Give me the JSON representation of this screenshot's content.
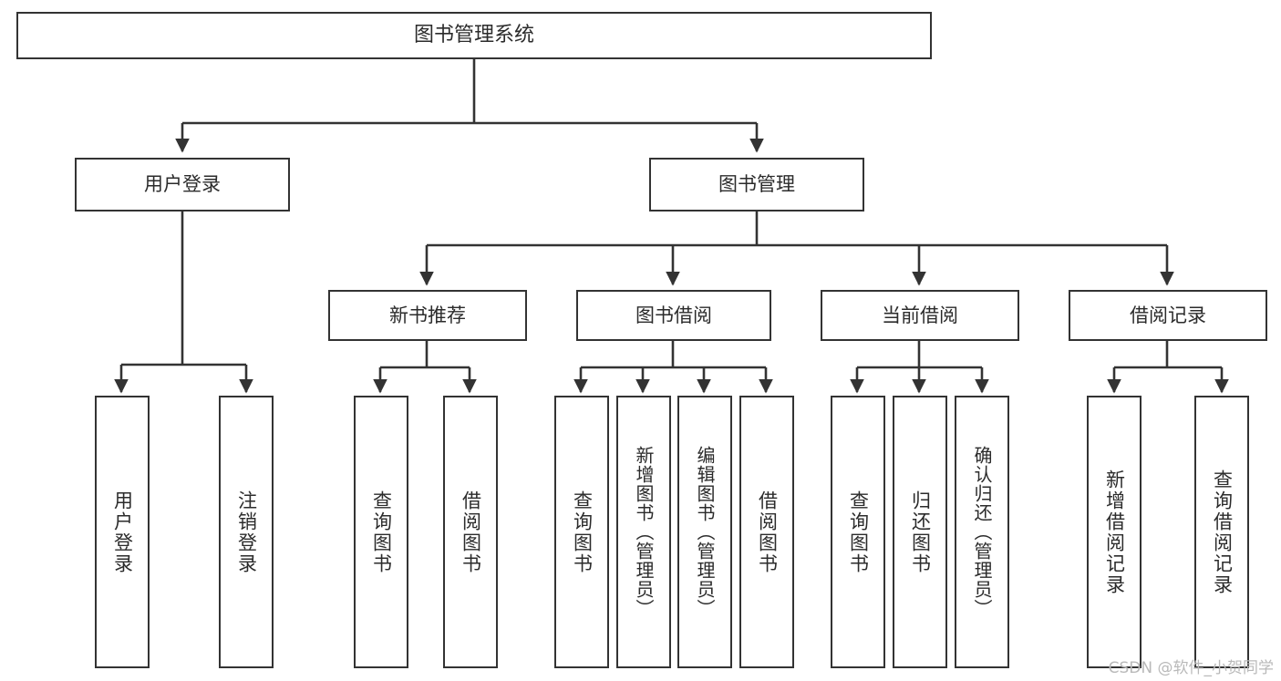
{
  "diagram": {
    "title": "图书管理系统",
    "type": "functional-decomposition-tree",
    "colors": {
      "background": "#ffffff",
      "node_fill": "#ffffff",
      "node_border": "#333333",
      "edge": "#333333",
      "text": "#2b2b2b",
      "watermark": "#b9b9b9"
    },
    "levels": {
      "root": "图书管理系统",
      "level2": [
        "用户登录",
        "图书管理"
      ],
      "level3": [
        "新书推荐",
        "图书借阅",
        "当前借阅",
        "借阅记录"
      ]
    },
    "nodes": {
      "root": {
        "label": "图书管理系统"
      },
      "user_login": {
        "label": "用户登录"
      },
      "book_manage": {
        "label": "图书管理"
      },
      "new_book_rec": {
        "label": "新书推荐"
      },
      "book_borrow": {
        "label": "图书借阅"
      },
      "current_borrow": {
        "label": "当前借阅"
      },
      "borrow_record": {
        "label": "借阅记录"
      },
      "leaf_user_login": {
        "label": "用户登录"
      },
      "leaf_logout": {
        "label": "注销登录"
      },
      "leaf_query_book_1": {
        "label": "查询图书"
      },
      "leaf_borrow_book_1": {
        "label": "借阅图书"
      },
      "leaf_query_book_2": {
        "label": "查询图书"
      },
      "leaf_add_book": {
        "label": "新增图书（管理员）"
      },
      "leaf_edit_book": {
        "label": "编辑图书（管理员）"
      },
      "leaf_borrow_book_2": {
        "label": "借阅图书"
      },
      "leaf_query_book_3": {
        "label": "查询图书"
      },
      "leaf_return_book": {
        "label": "归还图书"
      },
      "leaf_confirm_return": {
        "label": "确认归还（管理员）"
      },
      "leaf_add_record": {
        "label": "新增借阅记录"
      },
      "leaf_query_record": {
        "label": "查询借阅记录"
      }
    },
    "edges": [
      {
        "from": "root",
        "to": "user_login"
      },
      {
        "from": "root",
        "to": "book_manage"
      },
      {
        "from": "user_login",
        "to": "leaf_user_login"
      },
      {
        "from": "user_login",
        "to": "leaf_logout"
      },
      {
        "from": "book_manage",
        "to": "new_book_rec"
      },
      {
        "from": "book_manage",
        "to": "book_borrow"
      },
      {
        "from": "book_manage",
        "to": "current_borrow"
      },
      {
        "from": "book_manage",
        "to": "borrow_record"
      },
      {
        "from": "new_book_rec",
        "to": "leaf_query_book_1"
      },
      {
        "from": "new_book_rec",
        "to": "leaf_borrow_book_1"
      },
      {
        "from": "book_borrow",
        "to": "leaf_query_book_2"
      },
      {
        "from": "book_borrow",
        "to": "leaf_add_book"
      },
      {
        "from": "book_borrow",
        "to": "leaf_edit_book"
      },
      {
        "from": "book_borrow",
        "to": "leaf_borrow_book_2"
      },
      {
        "from": "current_borrow",
        "to": "leaf_query_book_3"
      },
      {
        "from": "current_borrow",
        "to": "leaf_return_book"
      },
      {
        "from": "current_borrow",
        "to": "leaf_confirm_return"
      },
      {
        "from": "borrow_record",
        "to": "leaf_add_record"
      },
      {
        "from": "borrow_record",
        "to": "leaf_query_record"
      }
    ]
  },
  "watermark": {
    "text": "CSDN @软件_小贺同学"
  }
}
